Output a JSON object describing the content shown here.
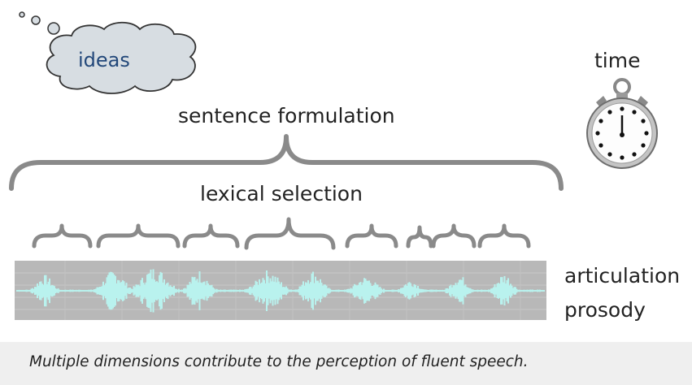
{
  "diagram": {
    "cloud_label": "ideas",
    "time_label": "time",
    "sentence_label": "sentence formulation",
    "lexical_label": "lexical selection",
    "articulation_label": "articulation",
    "prosody_label": "prosody"
  },
  "caption": "Multiple dimensions contribute to the perception of fluent speech.",
  "colors": {
    "text": "#222222",
    "ideas_text": "#23487a",
    "cloud_fill": "#d7dde2",
    "brace": "#8a8a8a",
    "waveform_bg": "#b8b8b8",
    "waveform": "#b9f2ee",
    "caption_bg": "#efefef"
  },
  "icons": [
    "thought-cloud-icon",
    "stopwatch-icon",
    "curly-brace-icon",
    "speech-waveform-icon"
  ]
}
